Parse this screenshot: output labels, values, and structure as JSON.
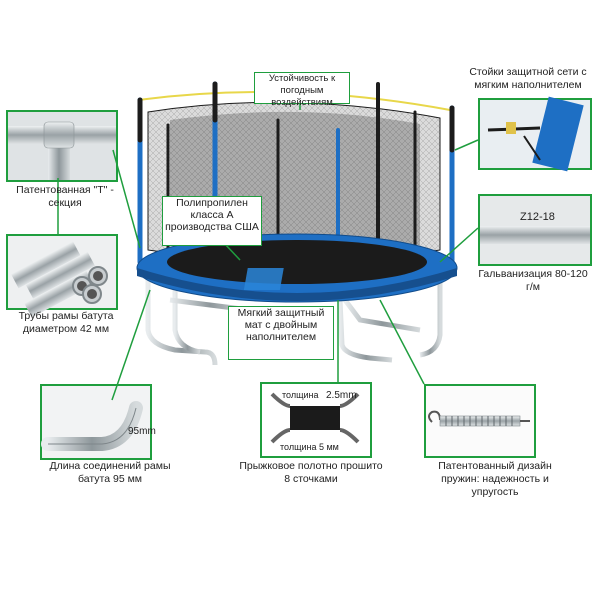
{
  "callouts": {
    "stability": "Устойчивость к погодным воздействиям",
    "net_poles": "Стойки защитной сети с мягким наполнителем",
    "t_section": "Патентованная \"T\" - секция",
    "polypropylene": "Полипропилен класса А производства США",
    "galvanization_code": "Z12-18",
    "galvanization": "Гальванизация 80-120 г/м",
    "tubes": "Трубы рамы батута диаметром 42 мм",
    "soft_mat": "Мягкий защитный мат с двойным наполнителем",
    "joint_length_mark": "95mm",
    "joint_length": "Длина соединений рамы батута 95 мм",
    "thickness_top_label": "толщина",
    "thickness_top_value": "2.5mm",
    "thickness_bottom": "толщина 5 мм",
    "jump_mat": "Прыжковое полотно прошито 8 сточками",
    "springs": "Патентованный дизайн пружин: надежность и упругость"
  },
  "colors": {
    "accent_green": "#1f9e3e",
    "pad_blue": "#1e6fc4",
    "net_dark": "#1c1c1c",
    "frame_grey": "#a9b0b4"
  }
}
